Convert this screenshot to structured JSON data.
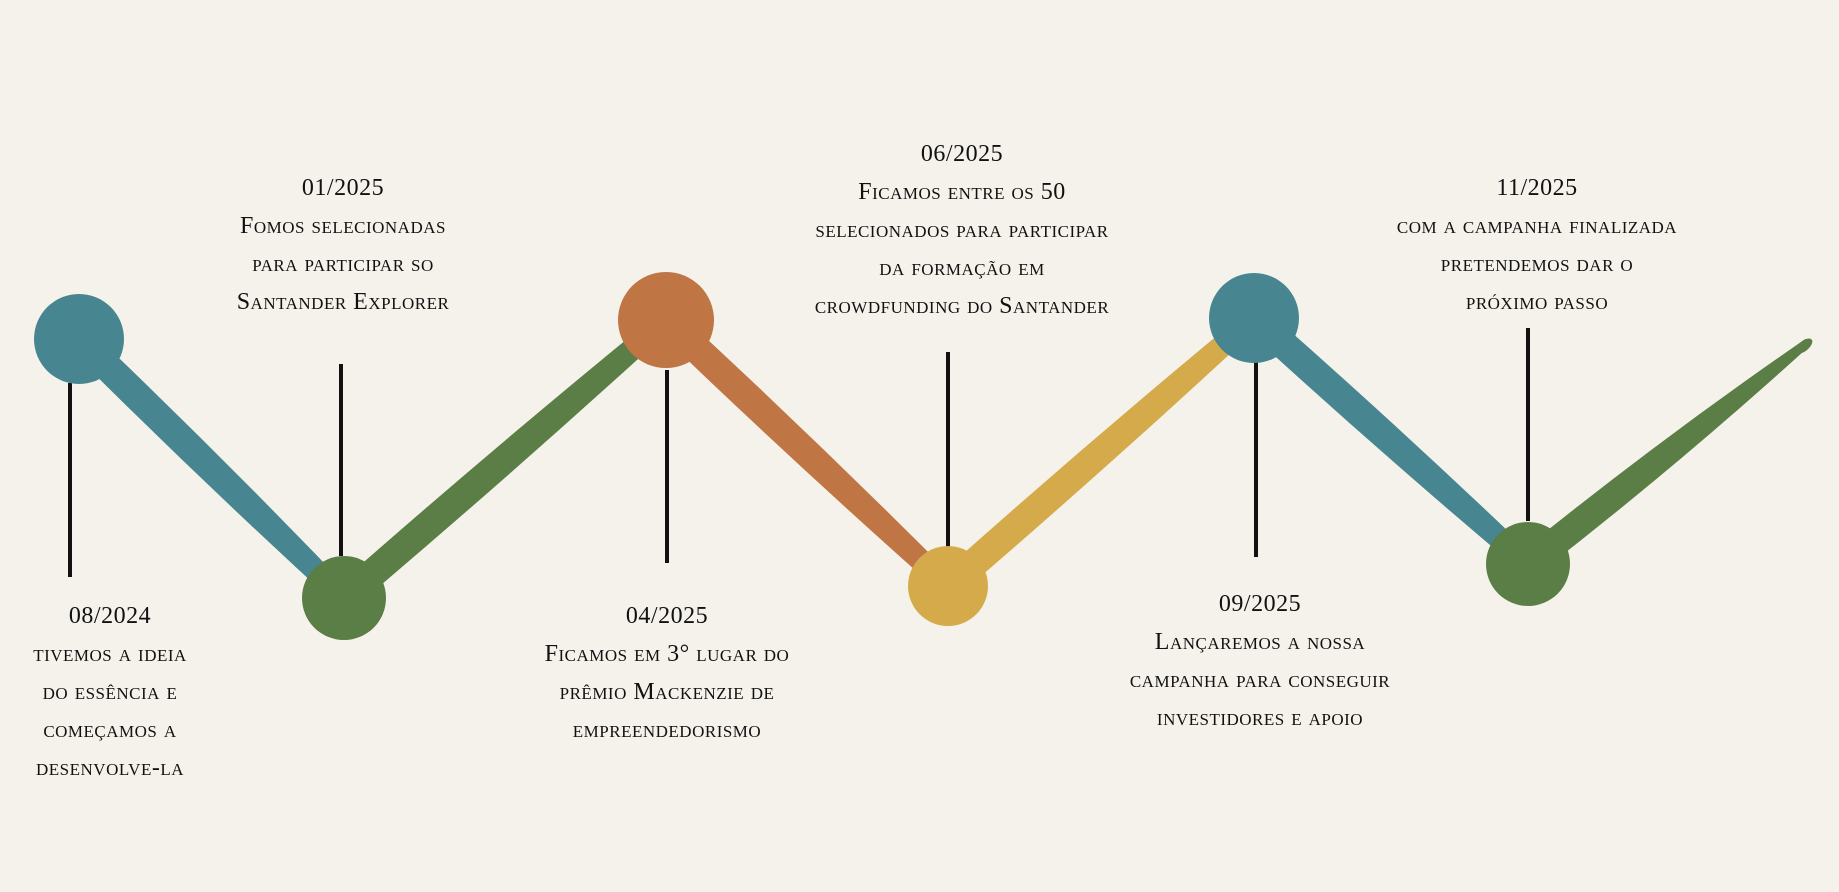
{
  "timeline": {
    "colors": {
      "teal": "#478690",
      "green": "#5b7e46",
      "orange": "#c07544",
      "mustard": "#d4aa4a",
      "background": "#f5f2eb"
    },
    "milestones": [
      {
        "date": "08/2024",
        "lines": [
          "tivemos a ideia",
          "do essência e",
          "começamos a",
          "desenvolve-la"
        ],
        "color": "#478690",
        "position": "top",
        "text_side": "below"
      },
      {
        "date": "01/2025",
        "lines": [
          "Fomos selecionadas",
          "para participar so",
          "Santander Explorer"
        ],
        "color": "#5b7e46",
        "position": "bottom",
        "text_side": "above"
      },
      {
        "date": "04/2025",
        "lines": [
          "Ficamos em 3° lugar do",
          "prêmio Mackenzie de",
          "empreendedorismo"
        ],
        "color": "#c07544",
        "position": "top",
        "text_side": "below"
      },
      {
        "date": "06/2025",
        "lines": [
          "Ficamos entre os 50",
          "selecionados para participar",
          "da formação em",
          "crowdfunding do Santander"
        ],
        "color": "#d4aa4a",
        "position": "bottom",
        "text_side": "above"
      },
      {
        "date": "09/2025",
        "lines": [
          "Lançaremos a nossa",
          "campanha para conseguir",
          "investidores e apoio"
        ],
        "color": "#478690",
        "position": "top",
        "text_side": "below"
      },
      {
        "date": "11/2025",
        "lines": [
          "com a campanha finalizada",
          "pretendemos dar o",
          "próximo passo"
        ],
        "color": "#5b7e46",
        "position": "bottom",
        "text_side": "above"
      }
    ]
  }
}
